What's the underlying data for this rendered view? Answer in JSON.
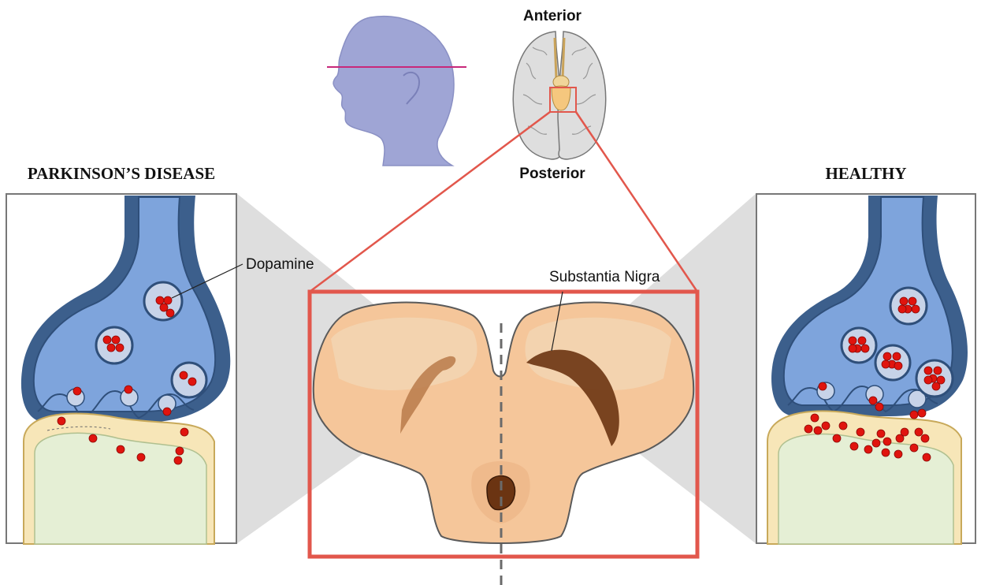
{
  "labels": {
    "left_title": "PARKINSON’S DISEASE",
    "right_title": "HEALTHY",
    "anterior": "Anterior",
    "posterior": "Posterior",
    "dopamine": "Dopamine",
    "substantia_nigra": "Substantia Nigra"
  },
  "colors": {
    "neuron_dark": "#3c5f8c",
    "neuron_mid": "#5b84be",
    "terminal_fill": "#7ea4dc",
    "vesicle_fill": "#c7d3e8",
    "dopamine_red": "#e0140e",
    "postsynaptic_outer": "#f7e6b8",
    "postsynaptic_inner": "#e5efd5",
    "midbrain_fill": "#f5c69a",
    "nigra_dark": "#6b3412",
    "callout_red": "#e2574c",
    "head_fill": "#9fa5d5"
  }
}
